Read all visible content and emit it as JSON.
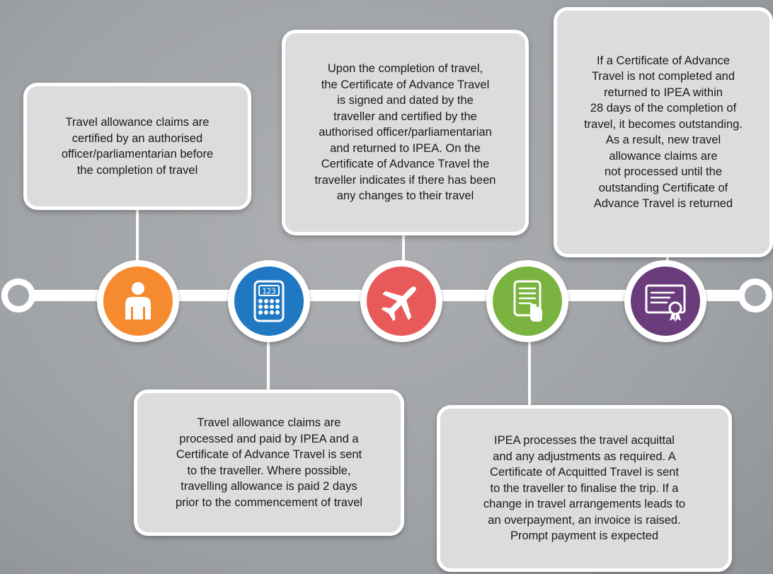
{
  "steps": [
    {
      "text": "Travel allowance claims are\ncertified by an authorised\nofficer/parliamentarian before\nthe completion of travel",
      "icon": "person-icon",
      "color": "#f58a2e",
      "box_position": "above"
    },
    {
      "text": "Travel allowance claims are\nprocessed and paid by IPEA and a\nCertificate of Advance Travel is sent\nto the traveller. Where possible,\ntravelling allowance is paid 2 days\nprior to the commencement of travel",
      "icon": "calculator-icon",
      "icon_text": "123",
      "color": "#1f78c1",
      "box_position": "below"
    },
    {
      "text": "Upon the completion of travel,\nthe Certificate of Advance Travel\nis signed and dated by the\ntraveller and certified by the\nauthorised officer/parliamentarian\nand returned to IPEA. On the\nCertificate of Advance Travel the\ntraveller indicates if there has been\nany changes to their travel",
      "icon": "airplane-icon",
      "color": "#e85a5a",
      "box_position": "above"
    },
    {
      "text": "IPEA processes the travel acquittal\nand any adjustments as required. A\nCertificate of Acquitted Travel is sent\nto the traveller to finalise the trip. If a\nchange in travel arrangements leads to\nan overpayment, an invoice is raised.\nPrompt payment is expected",
      "icon": "signing-document-icon",
      "color": "#7bb340",
      "box_position": "below"
    },
    {
      "text": "If a Certificate of Advance\nTravel is not completed and\nreturned to IPEA within\n28 days of the completion of\ntravel, it becomes outstanding.\nAs a result, new travel\nallowance claims are\nnot processed until the\noutstanding Certificate of\nAdvance Travel is returned",
      "icon": "certificate-icon",
      "color": "#6a3c7c",
      "box_position": "above"
    }
  ]
}
